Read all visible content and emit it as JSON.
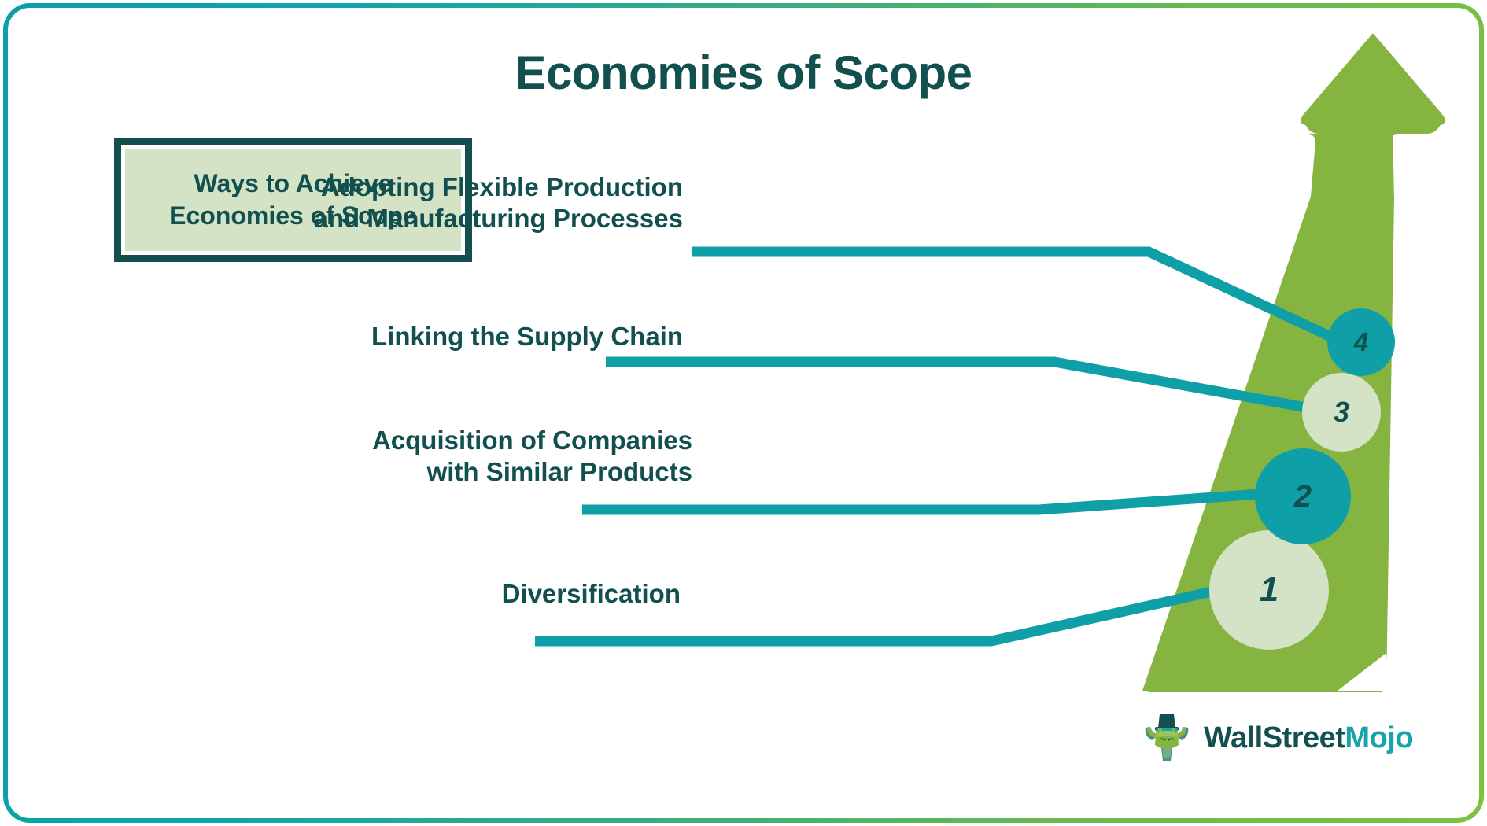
{
  "title": "Economies of Scope",
  "caption": {
    "line1": "Ways to Achieve",
    "line2": "Economies of Scope",
    "full": "Ways to Achieve\nEconomies of Scope"
  },
  "steps": [
    {
      "number": "1",
      "label": "Diversification",
      "circle_fill": "#d4e2c6",
      "circle_size": 152
    },
    {
      "number": "2",
      "label": "Acquisition of Companies\nwith Similar Products",
      "circle_fill": "#0e9fa7",
      "circle_size": 122
    },
    {
      "number": "3",
      "label": "Linking the Supply Chain",
      "circle_fill": "#d4e2c6",
      "circle_size": 100
    },
    {
      "number": "4",
      "label": "Adopting Flexible Production\nand Manufacturing Processes",
      "circle_fill": "#0e9fa7",
      "circle_size": 86
    }
  ],
  "logo": {
    "icon": "bull-with-tophat-icon",
    "text_primary": "WallStreet",
    "text_secondary": "Mojo"
  },
  "colors": {
    "title_text": "#12504f",
    "arrow_green": "#85b440",
    "connector_teal": "#0e9fa7",
    "caption_fill": "#d4e2c6",
    "caption_border": "#12504f",
    "frame_gradient_start": "#0b9fa8",
    "frame_gradient_end": "#7cc242",
    "background": "#ffffff"
  },
  "graphics": {
    "arrow": "upward-arrow",
    "connectors": 4
  }
}
